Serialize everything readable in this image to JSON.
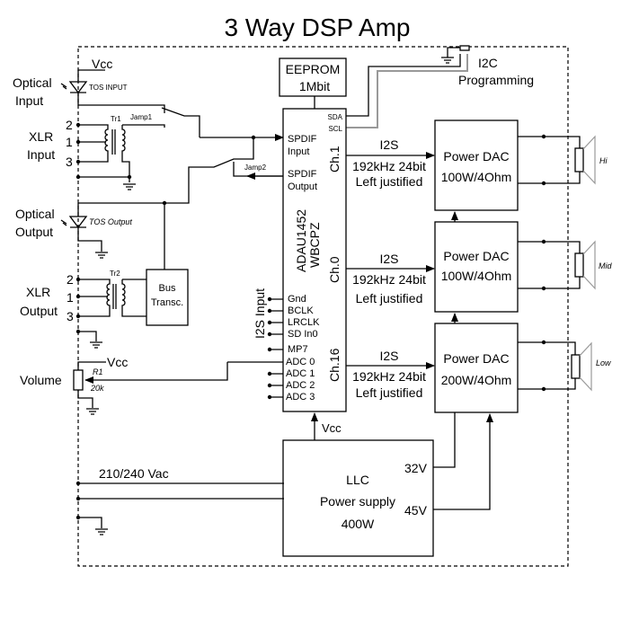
{
  "title": "3 Way DSP Amp",
  "inputs": {
    "optical_input": {
      "label_line1": "Optical",
      "label_line2": "Input",
      "vcc": "Vcc",
      "device": "TOS  INPUT"
    },
    "xlr_input": {
      "label_line1": "XLR",
      "label_line2": "Input",
      "pins": [
        "2",
        "1",
        "3"
      ],
      "transformer": "Tr1",
      "jumper": "Jamp1"
    },
    "jumper2": "Jamp2",
    "optical_output": {
      "label_line1": "Optical",
      "label_line2": "Output",
      "device": "TOS Output"
    },
    "xlr_output": {
      "label_line1": "XLR",
      "label_line2": "Output",
      "pins": [
        "2",
        "1",
        "3"
      ],
      "transformer": "Tr2"
    },
    "bus_transceiver": {
      "line1": "Bus",
      "line2": "Transc."
    },
    "volume": {
      "label": "Volume",
      "vcc": "Vcc",
      "resistor": "R1",
      "value": "20k"
    }
  },
  "eeprom": {
    "line1": "EEPROM",
    "line2": "1Mbit"
  },
  "i2c": {
    "line1": "I2C",
    "line2": "Programming"
  },
  "dsp": {
    "part_line1": "ADAU1452",
    "part_line2": "WBCPZ",
    "pins_right": [
      "SDA",
      "SCL"
    ],
    "spdif_in": [
      "SPDIF",
      "Input"
    ],
    "spdif_out": [
      "SPDIF",
      "Output"
    ],
    "i2s_input_label": "I2S Input",
    "i2s_pins": [
      "Gnd",
      "BCLK",
      "LRCLK",
      "SD In0",
      "MP7",
      "ADC 0",
      "ADC 1",
      "ADC 2",
      "ADC 3"
    ],
    "channels": [
      "Ch.1",
      "Ch.0",
      "Ch.16"
    ],
    "vcc": "Vcc"
  },
  "links": [
    {
      "bus": "I2S",
      "line1": "192kHz 24bit",
      "line2": "Left justified"
    },
    {
      "bus": "I2S",
      "line1": "192kHz 24bit",
      "line2": "Left justified"
    },
    {
      "bus": "I2S",
      "line1": "192kHz 24bit",
      "line2": "Left justified"
    }
  ],
  "amps": [
    {
      "line1": "Power DAC",
      "line2": "100W/4Ohm",
      "speaker": "Hi"
    },
    {
      "line1": "Power DAC",
      "line2": "100W/4Ohm",
      "speaker": "Mid"
    },
    {
      "line1": "Power DAC",
      "line2": "200W/4Ohm",
      "speaker": "Low"
    }
  ],
  "psu": {
    "line1": "LLC",
    "line2": "Power supply",
    "line3": "400W",
    "out1": "32V",
    "out2": "45V",
    "mains": "210/240 Vac"
  }
}
